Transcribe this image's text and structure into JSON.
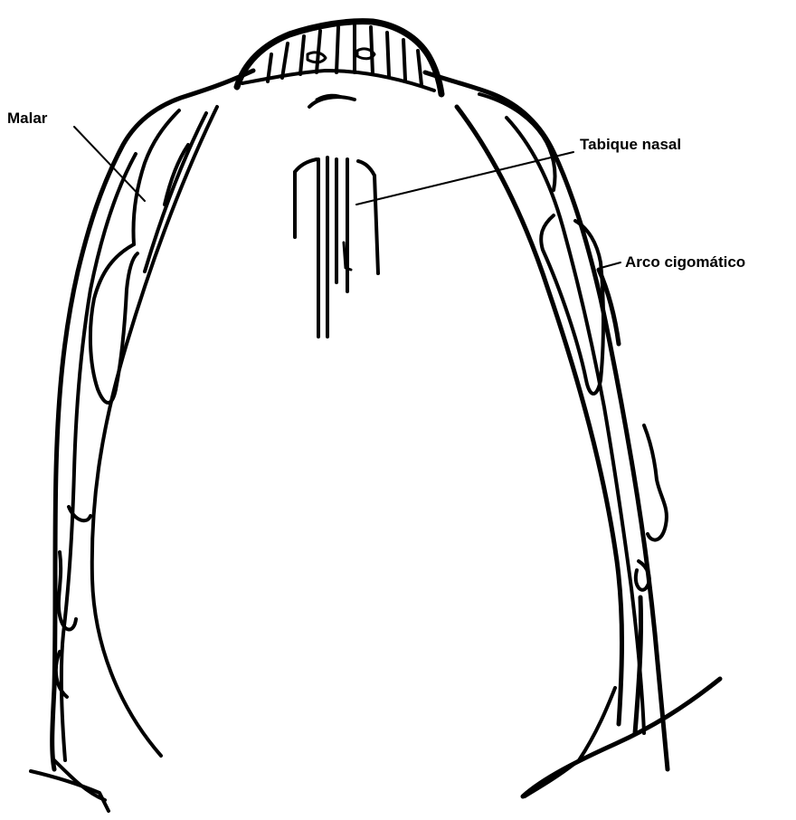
{
  "figure": {
    "labels": {
      "malar": "Malar",
      "tabique_nasal": "Tabique nasal",
      "arco_cigomatico": "Arco cigomático"
    },
    "colors": {
      "ink": "#000000",
      "background": "#ffffff"
    }
  }
}
